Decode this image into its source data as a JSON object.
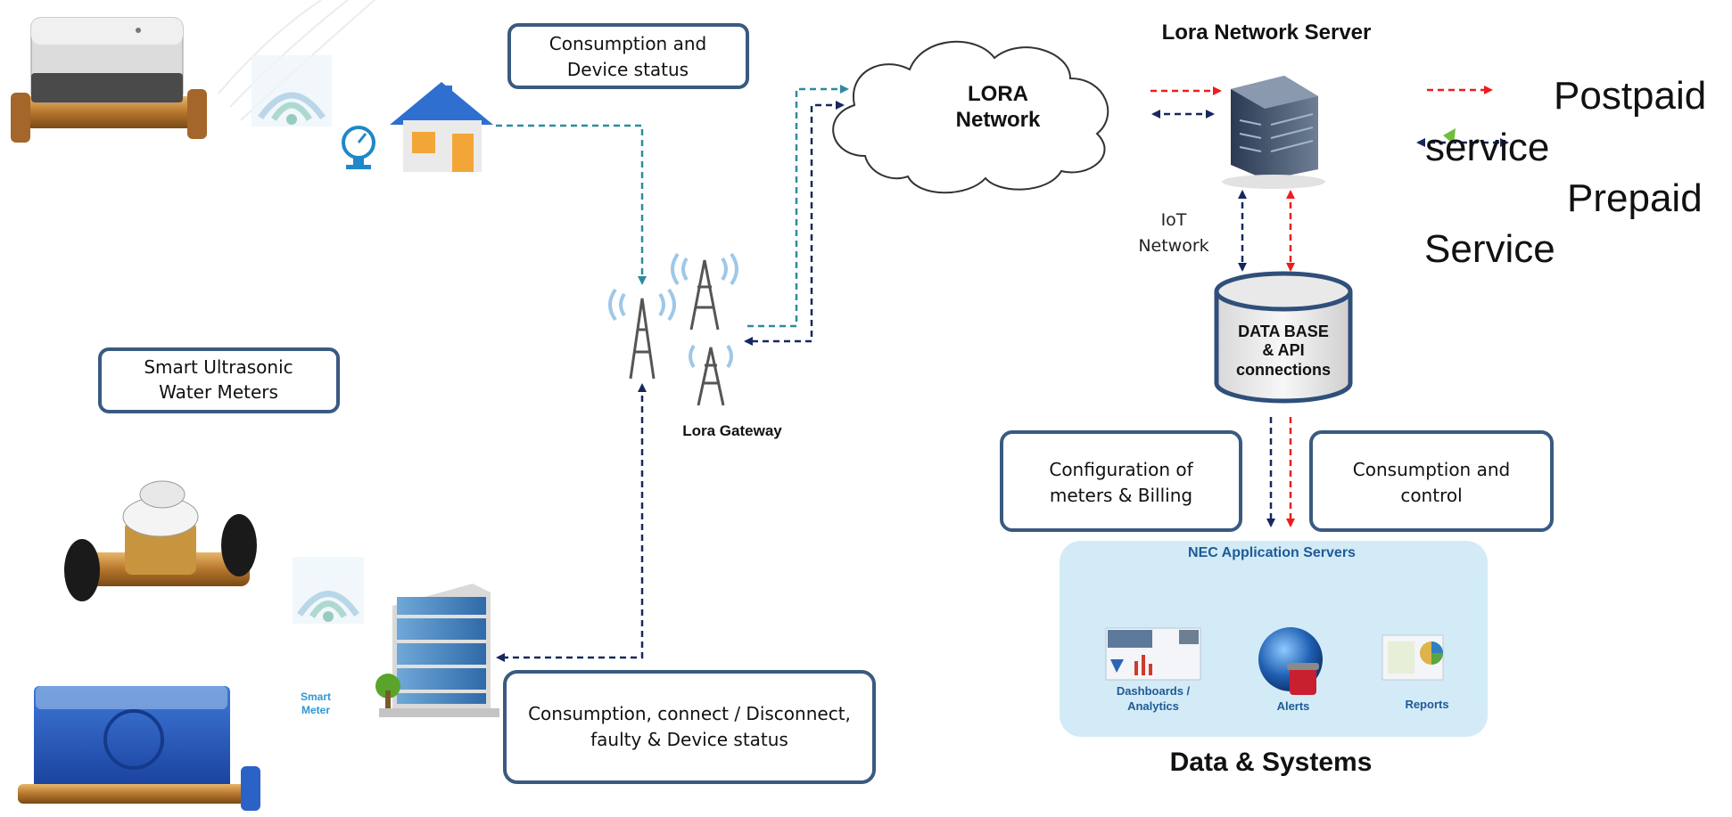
{
  "boxes": {
    "consumption_device_status": [
      "Consumption and",
      "Device status"
    ],
    "smart_ultrasonic": [
      "Smart Ultrasonic",
      "Water Meters"
    ],
    "consumption_connect": [
      "Consumption, connect / Disconnect,",
      "faulty & Device status"
    ],
    "config_billing": [
      "Configuration of",
      "meters & Billing"
    ],
    "consumption_control": [
      "Consumption and",
      "control"
    ]
  },
  "labels": {
    "lora_network_server": "Lora Network Server",
    "lora_network": [
      "LORA",
      "Network"
    ],
    "lora_gateway": "Lora Gateway",
    "iot_network": [
      "IoT",
      "Network"
    ],
    "database": [
      "DATA BASE",
      "& API",
      "connections"
    ],
    "smart_meter": [
      "Smart",
      "Meter"
    ],
    "nec_app_servers": "NEC  Application Servers",
    "dashboards": [
      "Dashboards /",
      "Analytics"
    ],
    "alerts": "Alerts",
    "reports": "Reports",
    "data_systems": "Data & Systems"
  },
  "legend": {
    "postpaid": "Postpaid",
    "service1": "service",
    "prepaid": "Prepaid",
    "service2": "Service"
  },
  "colors": {
    "box_border": "#3a5a80",
    "teal_arrow": "#2e8aa0",
    "navy_arrow": "#15295e",
    "red_arrow": "#ee1c1c",
    "app_panel": "#d3ebf7",
    "nec_blue": "#1f5a96"
  }
}
